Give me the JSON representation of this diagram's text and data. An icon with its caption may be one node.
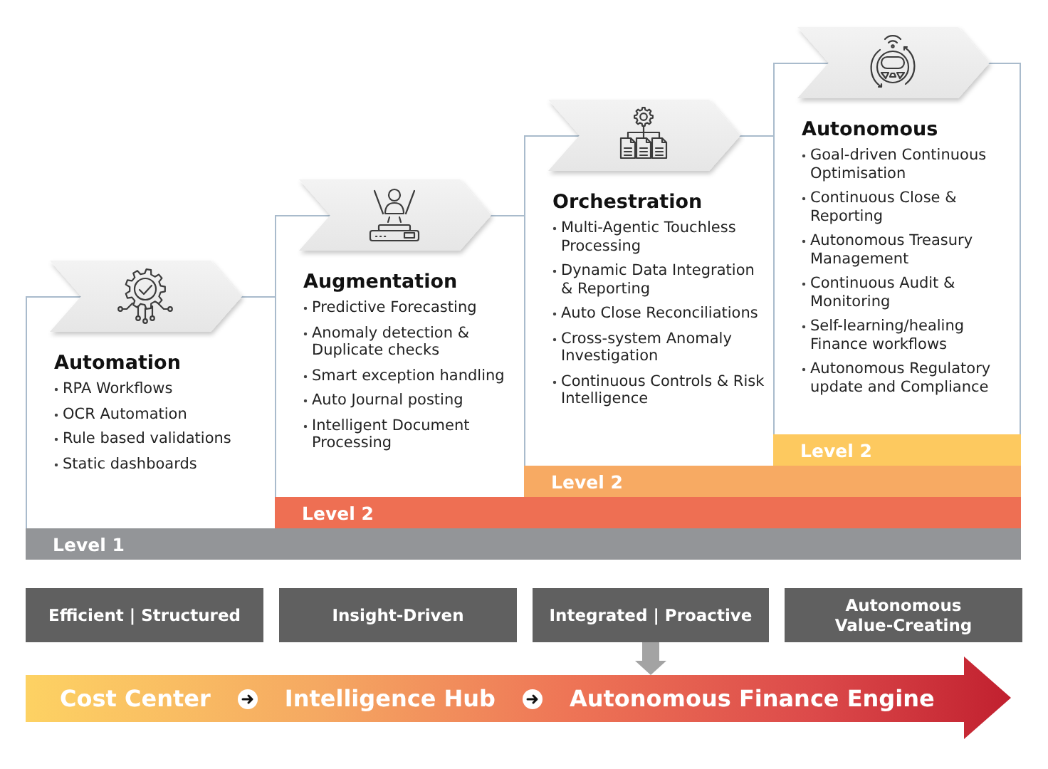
{
  "diagram": {
    "nodes": [
      {
        "text": [
          "Automation",
          "RPA Workflows",
          "OCR Automation",
          "Rule based validations",
          "Static dashboards"
        ]
      },
      {
        "text": [
          "Augmentation",
          "Predictive Forecasting",
          "Anomaly detection & Duplicate checks",
          "Smart exception handling",
          "Auto Journal posting",
          "Intelligent Document Processing"
        ]
      },
      {
        "text": [
          "Orchestration",
          "Multi-Agentic Touchless Processing",
          "Dynamic Data Integration & Reporting",
          "Auto Close Reconciliations",
          "Cross-system Anomaly Investigation",
          "Continuous Controls & Risk Intelligence"
        ]
      },
      {
        "text": [
          "Autonomous",
          "Goal-driven Continuous Optimisation",
          "Continuous Close & Reporting",
          "Autonomous Treasury Management",
          "Continuous Audit & Monitoring",
          "Self-learning/healing Finance workflows",
          "Autonomous Regulatory update and Compliance"
        ]
      },
      {
        "text": [
          "Level 1"
        ]
      },
      {
        "text": [
          "Level 2"
        ]
      },
      {
        "text": [
          "Level 2"
        ]
      },
      {
        "text": [
          "Level 2"
        ]
      },
      {
        "text": [
          "Efficient | Structured"
        ]
      },
      {
        "text": [
          "Insight-Driven"
        ]
      },
      {
        "text": [
          "Integrated | Proactive"
        ]
      },
      {
        "text": [
          "Autonomous Value-Creating"
        ]
      },
      {
        "text": [
          "Cost Center",
          "Intelligence Hub",
          "Autonomous Finance Engine"
        ]
      }
    ],
    "edges": [
      {
        "from": 10,
        "to": 12,
        "arrow": "to"
      }
    ]
  }
}
